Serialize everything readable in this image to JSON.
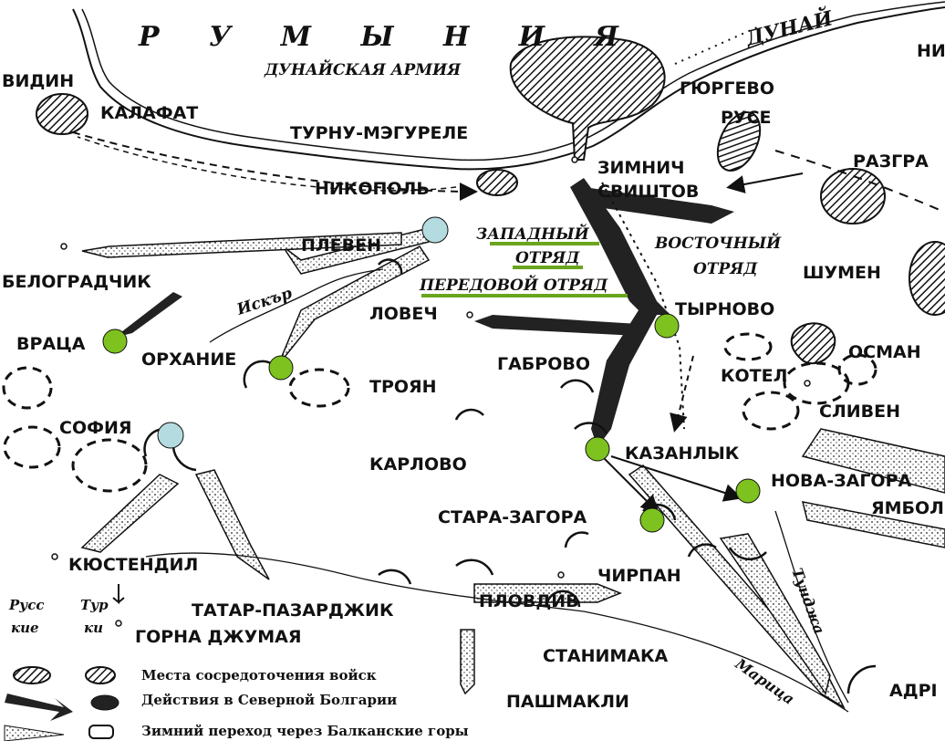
{
  "map": {
    "country": "Р У М Ы Н И Я",
    "army": "ДУНАЙСКАЯ АРМИЯ",
    "river_danube": "ДУНАЙ",
    "river_iskar": "Искър",
    "river_tundzha": "Тунджа",
    "river_maritsa": "Марица",
    "detachments": {
      "western": "ЗАПАДНЫЙ",
      "western2": "ОТРЯД",
      "eastern": "ВОСТОЧНЫЙ",
      "eastern2": "ОТРЯД",
      "advance": "ПЕРЕДОВОЙ ОТРЯД"
    },
    "cities": {
      "vidin": "ВИДИН",
      "kalafat": "КАЛАФАТ",
      "turnu": "ТУРНУ-МЭГУРЕЛЕ",
      "giurgevo": "ГЮРГЕВО",
      "ruse": "РУСЕ",
      "zimnich": "ЗИМНИЧ",
      "svishtov": "СВИШТОВ",
      "nikopol": "НИКОПОЛЬ",
      "razgrad": "РАЗГРА",
      "pleven": "ПЛЕВЕН",
      "belogradchik": "БЕЛОГРАДЧИК",
      "shumen": "ШУМЕН",
      "lovech": "ЛОВЕЧ",
      "tarnovo": "ТЫРНОВО",
      "osman": "ОСМАН",
      "vratsa": "ВРАЦА",
      "orhanie": "ОРХАНИЕ",
      "troyan": "ТРОЯН",
      "gabrovo": "ГАБРОВО",
      "kotel": "КОТЕЛ",
      "sliven": "СЛИВЕН",
      "sofia": "СОФИЯ",
      "karlovo": "КАРЛОВО",
      "kazanlak": "КАЗАНЛЫК",
      "nova_zagora": "НОВА-ЗАГОРА",
      "yambol": "ЯМБОЛ",
      "stara_zagora": "СТАРА-ЗАГОРА",
      "kyustendil": "КЮСТЕНДИЛ",
      "chirpan": "ЧИРПАН",
      "tatar": "ТАТАР-ПАЗАРДЖИК",
      "plovdiv": "ПЛОВДИВ",
      "gorna": "ГОРНА ДЖУМАЯ",
      "stanimaka": "СТАНИМАКА",
      "pashmakli": "ПАШМАКЛИ",
      "adrianople": "АДРІ",
      "top_right": "НИ"
    },
    "legend": {
      "russian_l1": "Русс",
      "russian_l2": "кие",
      "turkish_l1": "Тур",
      "turkish_l2": "ки",
      "item1": "Места сосредоточения войск",
      "item2": "Действия в Северной Болгарии",
      "item3": "Зимний переход через Балканские горы"
    },
    "colors": {
      "green_marker": "#7dc21e",
      "blue_marker": "#b4dce0",
      "underline": "#6aa51e",
      "ink": "#111111"
    }
  }
}
